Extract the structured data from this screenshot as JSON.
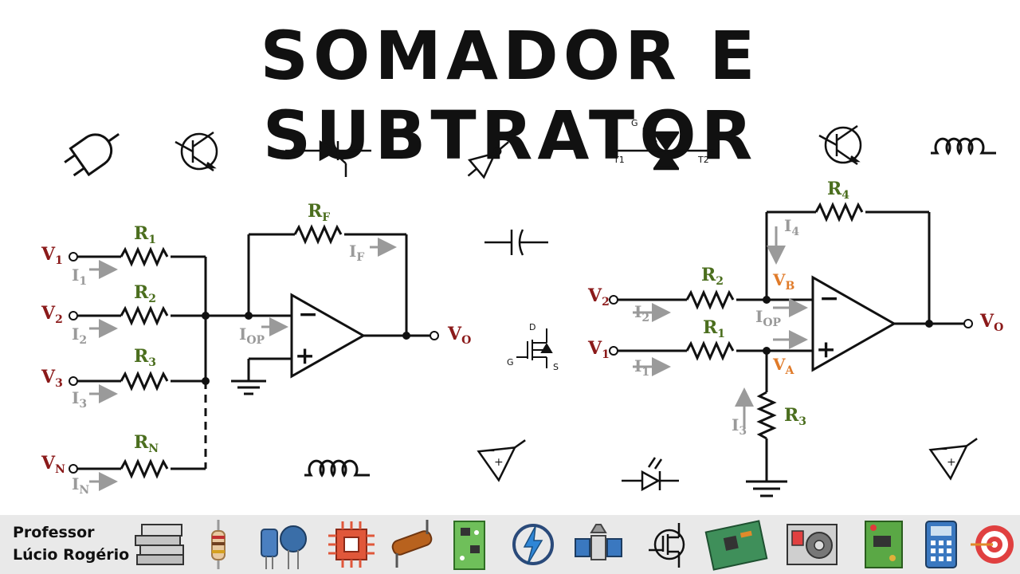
{
  "title": "SOMADOR E SUBTRATOR",
  "footer": {
    "line1": "Professor",
    "line2": "Lúcio Rogério"
  },
  "adder": {
    "inputs": [
      {
        "v": "V",
        "vs": "1",
        "r": "R",
        "rs": "1",
        "i": "I",
        "is": "1"
      },
      {
        "v": "V",
        "vs": "2",
        "r": "R",
        "rs": "2",
        "i": "I",
        "is": "2"
      },
      {
        "v": "V",
        "vs": "3",
        "r": "R",
        "rs": "3",
        "i": "I",
        "is": "3"
      },
      {
        "v": "V",
        "vs": "N",
        "r": "R",
        "rs": "N",
        "i": "I",
        "is": "N"
      }
    ],
    "rf": {
      "t": "R",
      "s": "F"
    },
    "if": {
      "t": "I",
      "s": "F"
    },
    "iop": {
      "t": "I",
      "s": "OP"
    },
    "vo": {
      "t": "V",
      "s": "O"
    },
    "minus": "−",
    "plus": "+"
  },
  "subtractor": {
    "r4": {
      "t": "R",
      "s": "4"
    },
    "i4": {
      "t": "I",
      "s": "4"
    },
    "v2": {
      "t": "V",
      "s": "2"
    },
    "r2": {
      "t": "R",
      "s": "2"
    },
    "i2": {
      "t": "I",
      "s": "2"
    },
    "vb": {
      "t": "V",
      "s": "B"
    },
    "iop": {
      "t": "I",
      "s": "OP"
    },
    "v1": {
      "t": "V",
      "s": "1"
    },
    "r1": {
      "t": "R",
      "s": "1"
    },
    "i1": {
      "t": "I",
      "s": "1"
    },
    "va": {
      "t": "V",
      "s": "A"
    },
    "i3": {
      "t": "I",
      "s": "3"
    },
    "r3": {
      "t": "R",
      "s": "3"
    },
    "vo": {
      "t": "V",
      "s": "O"
    },
    "minus": "−",
    "plus": "+"
  },
  "icons": {
    "triac_g": "G",
    "triac_t1": "T1",
    "triac_t2": "T2",
    "mosfet_d": "D",
    "mosfet_g": "G",
    "mosfet_s": "S",
    "opamp_minus": "−",
    "opamp_plus": "+"
  },
  "colors": {
    "voltage": "#8b1a1a",
    "resistor": "#4b6e1e",
    "current": "#9a9a9a",
    "node_voltage": "#e07b2a"
  }
}
